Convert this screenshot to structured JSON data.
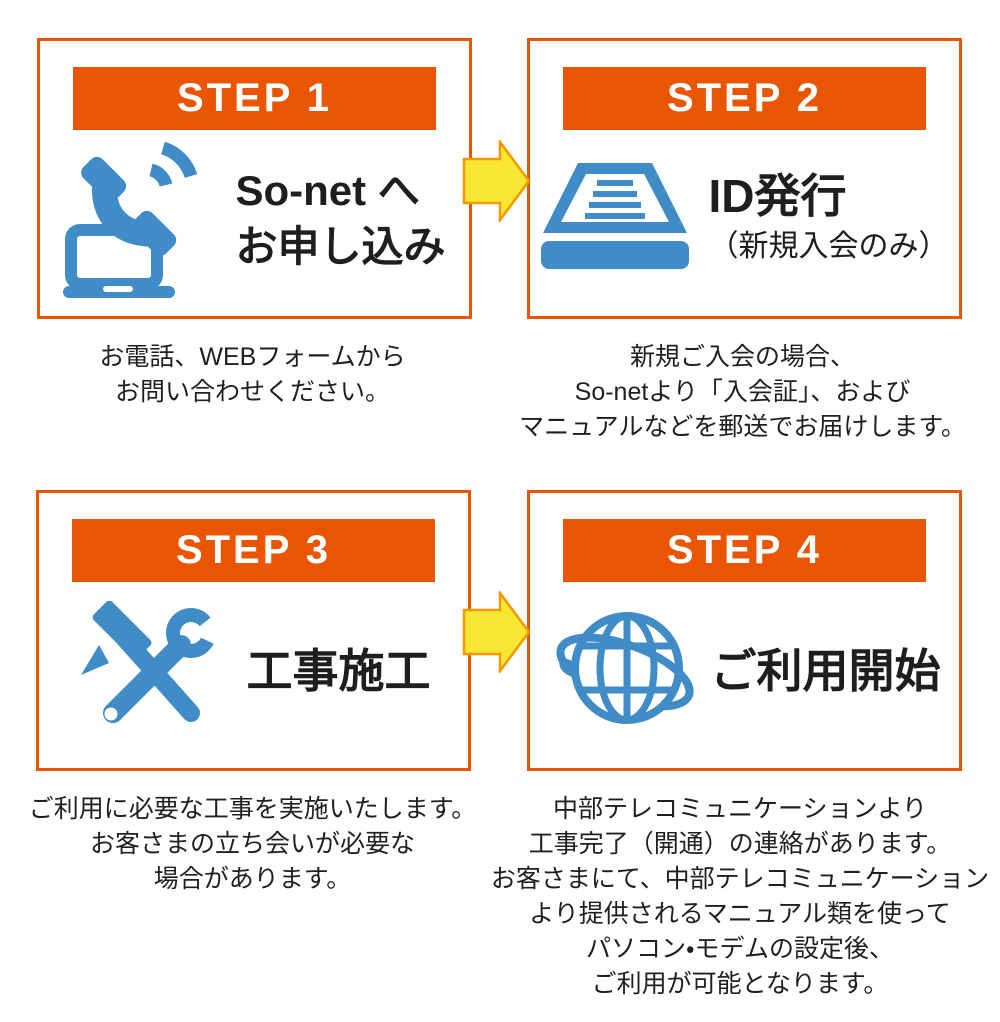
{
  "colors": {
    "accent_orange": "#ea5504",
    "icon_blue": "#3f8cc7",
    "arrow_yellow": "#f7e733",
    "arrow_border": "#f39800",
    "title_text": "#1e1e1e"
  },
  "steps": [
    {
      "label": "STEP 1",
      "icon": "phone-laptop-icon",
      "title_lines": [
        "So-net へ",
        "お申し込み"
      ],
      "subtitle": "",
      "description_lines": [
        "お電話、WEBフォームから",
        "お問い合わせください。"
      ]
    },
    {
      "label": "STEP 2",
      "icon": "document-tray-icon",
      "title_lines": [
        "ID発行"
      ],
      "subtitle": "（新規入会のみ）",
      "description_lines": [
        "新規ご入会の場合、",
        "So-netより「入会証」、および",
        "マニュアルなどを郵送でお届けします。"
      ]
    },
    {
      "label": "STEP 3",
      "icon": "tools-icon",
      "title_lines": [
        "工事施工"
      ],
      "subtitle": "",
      "description_lines": [
        "ご利用に必要な工事を実施いたします。",
        "お客さまの立ち会いが必要な",
        "場合があります。"
      ]
    },
    {
      "label": "STEP 4",
      "icon": "globe-icon",
      "title_lines": [
        "ご利用開始"
      ],
      "subtitle": "",
      "description_lines": [
        "中部テレコミュニケーションより",
        "工事完了（開通）の連絡があります。",
        "お客さまにて、中部テレコミュニケーション",
        "より提供されるマニュアル類を使って",
        "パソコン・モデムの設定後、",
        "ご利用が可能となります。"
      ]
    }
  ]
}
